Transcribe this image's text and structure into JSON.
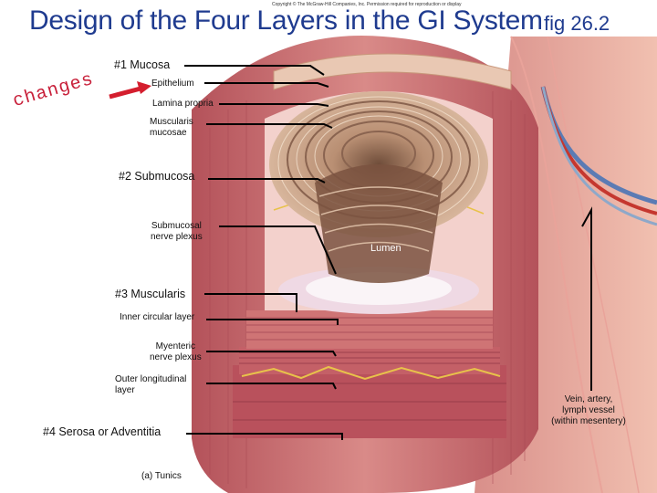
{
  "header": {
    "copyright": "Copyright © The McGraw-Hill Companies, Inc. Permission required for reproduction or display",
    "title": "Design of the Four Layers in the GI System",
    "figure_ref": "fig 26.2"
  },
  "annotation": {
    "changes": "changes"
  },
  "labels": {
    "mucosa": "#1 Mucosa",
    "epithelium": "Epithelium",
    "lamina_propria": "Lamina propria",
    "muscularis_mucosae_1": "Muscularis",
    "muscularis_mucosae_2": "mucosae",
    "submucosa": "#2 Submucosa",
    "submucosal_plexus_1": "Submucosal",
    "submucosal_plexus_2": "nerve plexus",
    "lumen": "Lumen",
    "muscularis": "#3 Muscularis",
    "inner_circular": "Inner circular layer",
    "myenteric_1": "Myenteric",
    "myenteric_2": "nerve plexus",
    "outer_longitudinal_1": "Outer longitudinal",
    "outer_longitudinal_2": "layer",
    "serosa": "#4 Serosa or Adventitia",
    "vessels_1": "Vein, artery,",
    "vessels_2": "lymph vessel",
    "vessels_3": "(within mesentery)",
    "caption": "(a) Tunics"
  },
  "colors": {
    "title": "#1f3b8f",
    "changes": "#c8203a",
    "muscle": "#c9676a",
    "mucosa_fold": "#d9b59a",
    "nerve": "#e8c24a"
  }
}
